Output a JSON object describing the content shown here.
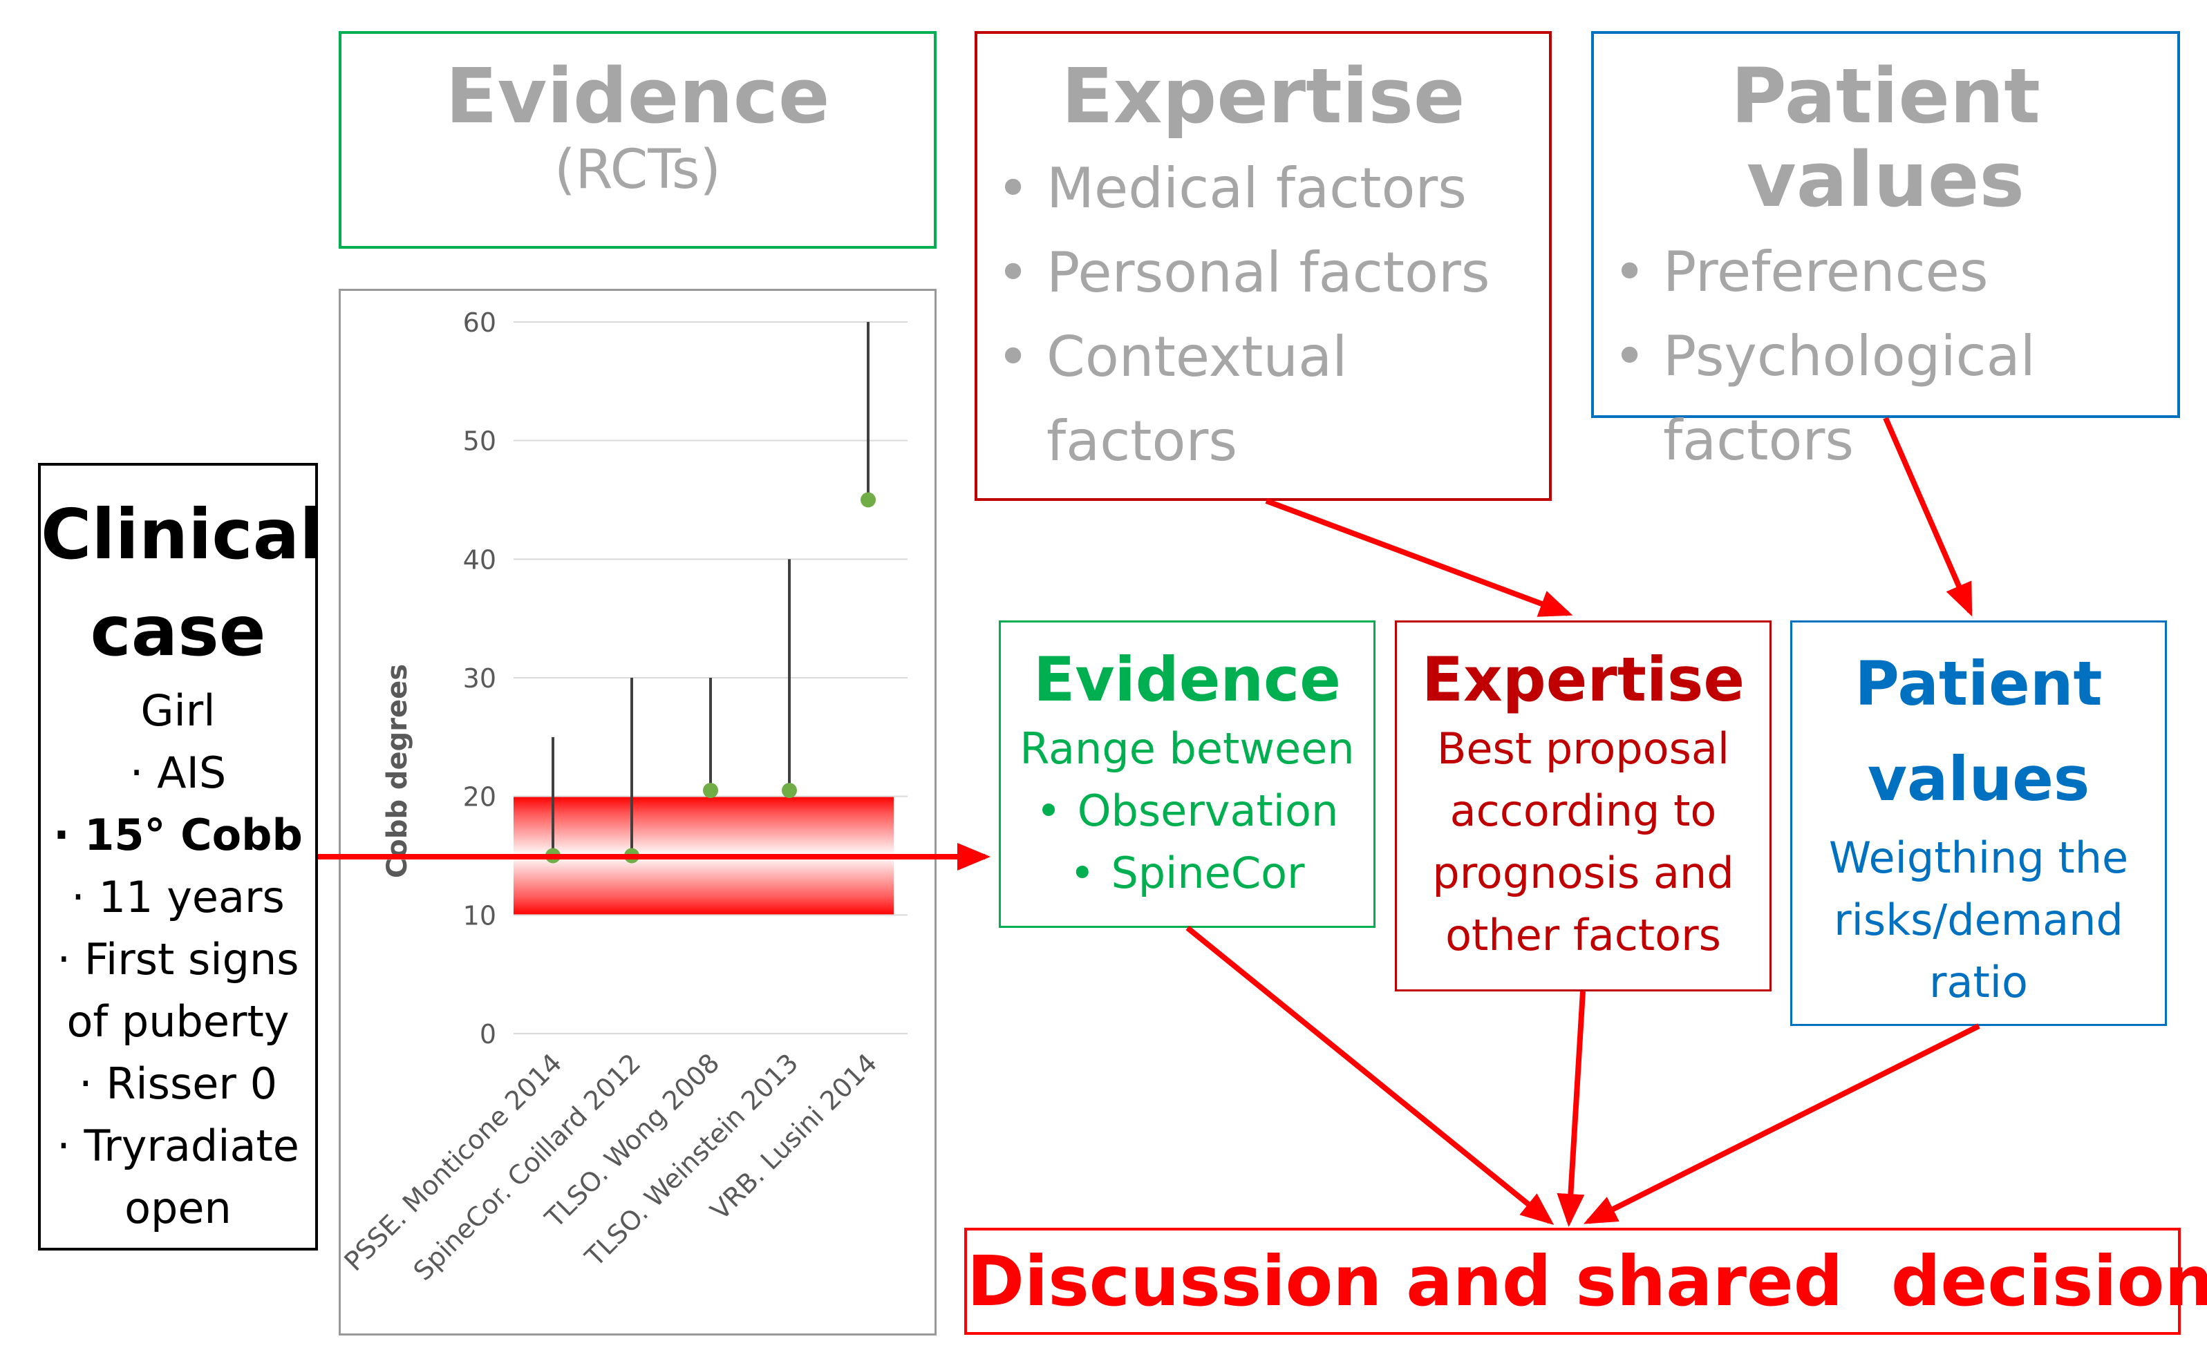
{
  "evidence_top": {
    "title": "Evidence",
    "subtitle": "(RCTs)"
  },
  "expertise_top": {
    "title": "Expertise",
    "items": [
      "Medical factors",
      "Personal factors",
      "Contextual factors"
    ]
  },
  "patient_top": {
    "title": "Patient values",
    "items": [
      "Preferences",
      "Psychological factors"
    ]
  },
  "clinical_case": {
    "title_line1": "Clinical",
    "title_line2": "case",
    "lines": [
      "Girl",
      "· AIS",
      "· 15° Cobb",
      "· 11 years",
      "· First signs",
      "of puberty",
      "· Risser 0",
      "· Tryradiate",
      "open"
    ]
  },
  "evidence_mid": {
    "title": "Evidence",
    "intro": "Range between",
    "items": [
      "Observation",
      "SpineCor"
    ]
  },
  "expertise_mid": {
    "title": "Expertise",
    "lines": [
      "Best proposal",
      "according to",
      "prognosis and",
      "other factors"
    ]
  },
  "patient_mid": {
    "title_line1": "Patient",
    "title_line2": "values",
    "lines": [
      "Weigthing the",
      "risks/demand",
      "ratio"
    ]
  },
  "decision": {
    "label": "Discussion and shared  decisions"
  },
  "colors": {
    "green": "#00b050",
    "red": "#c00000",
    "bright_red": "#ff0000",
    "blue": "#0070c0",
    "gray": "#a6a6a6"
  },
  "chart_data": {
    "type": "scatter",
    "ylabel": "Cobb degrees",
    "ylim": [
      0,
      60
    ],
    "yticks": [
      0,
      10,
      20,
      30,
      40,
      50,
      60
    ],
    "categories": [
      "PSSE. Monticone 2014",
      "SpineCor. Coillard 2012",
      "TLSO. Wong 2008",
      "TLSO. Weinstein 2013",
      "VRB. Lusini 2014"
    ],
    "points": [
      15,
      15,
      20.5,
      20.5,
      45
    ],
    "range_high": [
      25,
      30,
      30,
      40,
      60
    ],
    "highlight_band": [
      10,
      20
    ]
  }
}
